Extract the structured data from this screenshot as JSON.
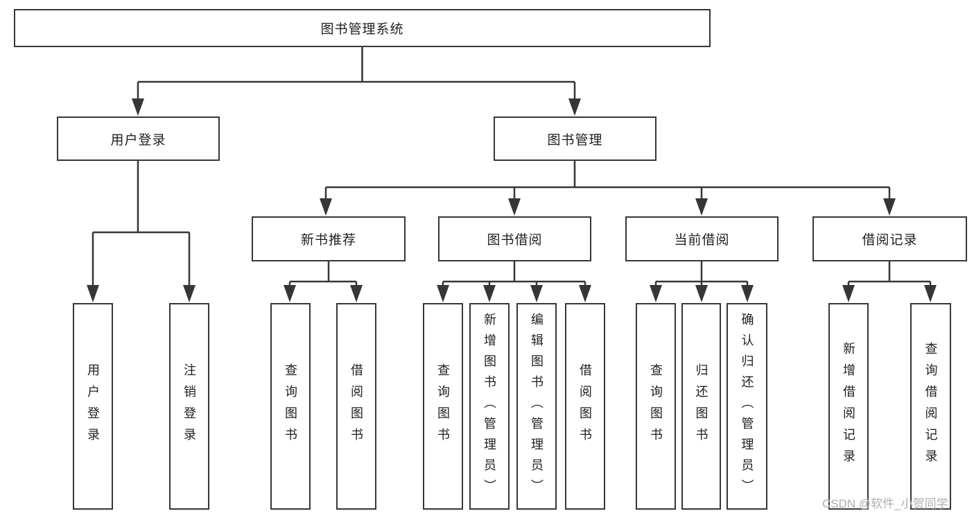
{
  "watermark": "CSDN @软件_小贺同学",
  "diagram": {
    "root": {
      "label": "图书管理系统"
    },
    "user_login": {
      "label": "用户登录",
      "children": [
        {
          "label": "用户登录"
        },
        {
          "label": "注销登录"
        }
      ]
    },
    "book_management": {
      "label": "图书管理",
      "groups": [
        {
          "label": "新书推荐",
          "children": [
            {
              "label": "查询图书"
            },
            {
              "label": "借阅图书"
            }
          ]
        },
        {
          "label": "图书借阅",
          "children": [
            {
              "label": "查询图书"
            },
            {
              "label": "新增图书（管理员）"
            },
            {
              "label": "编辑图书（管理员）"
            },
            {
              "label": "借阅图书"
            }
          ]
        },
        {
          "label": "当前借阅",
          "children": [
            {
              "label": "查询图书"
            },
            {
              "label": "归还图书"
            },
            {
              "label": "确认归还（管理员）"
            }
          ]
        },
        {
          "label": "借阅记录",
          "children": [
            {
              "label": "新增借阅记录"
            },
            {
              "label": "查询借阅记录"
            }
          ]
        }
      ]
    }
  },
  "colors": {
    "line": "#363636",
    "text": "#1f1f1f",
    "watermark": "#aaaaaa",
    "background": "#ffffff"
  }
}
